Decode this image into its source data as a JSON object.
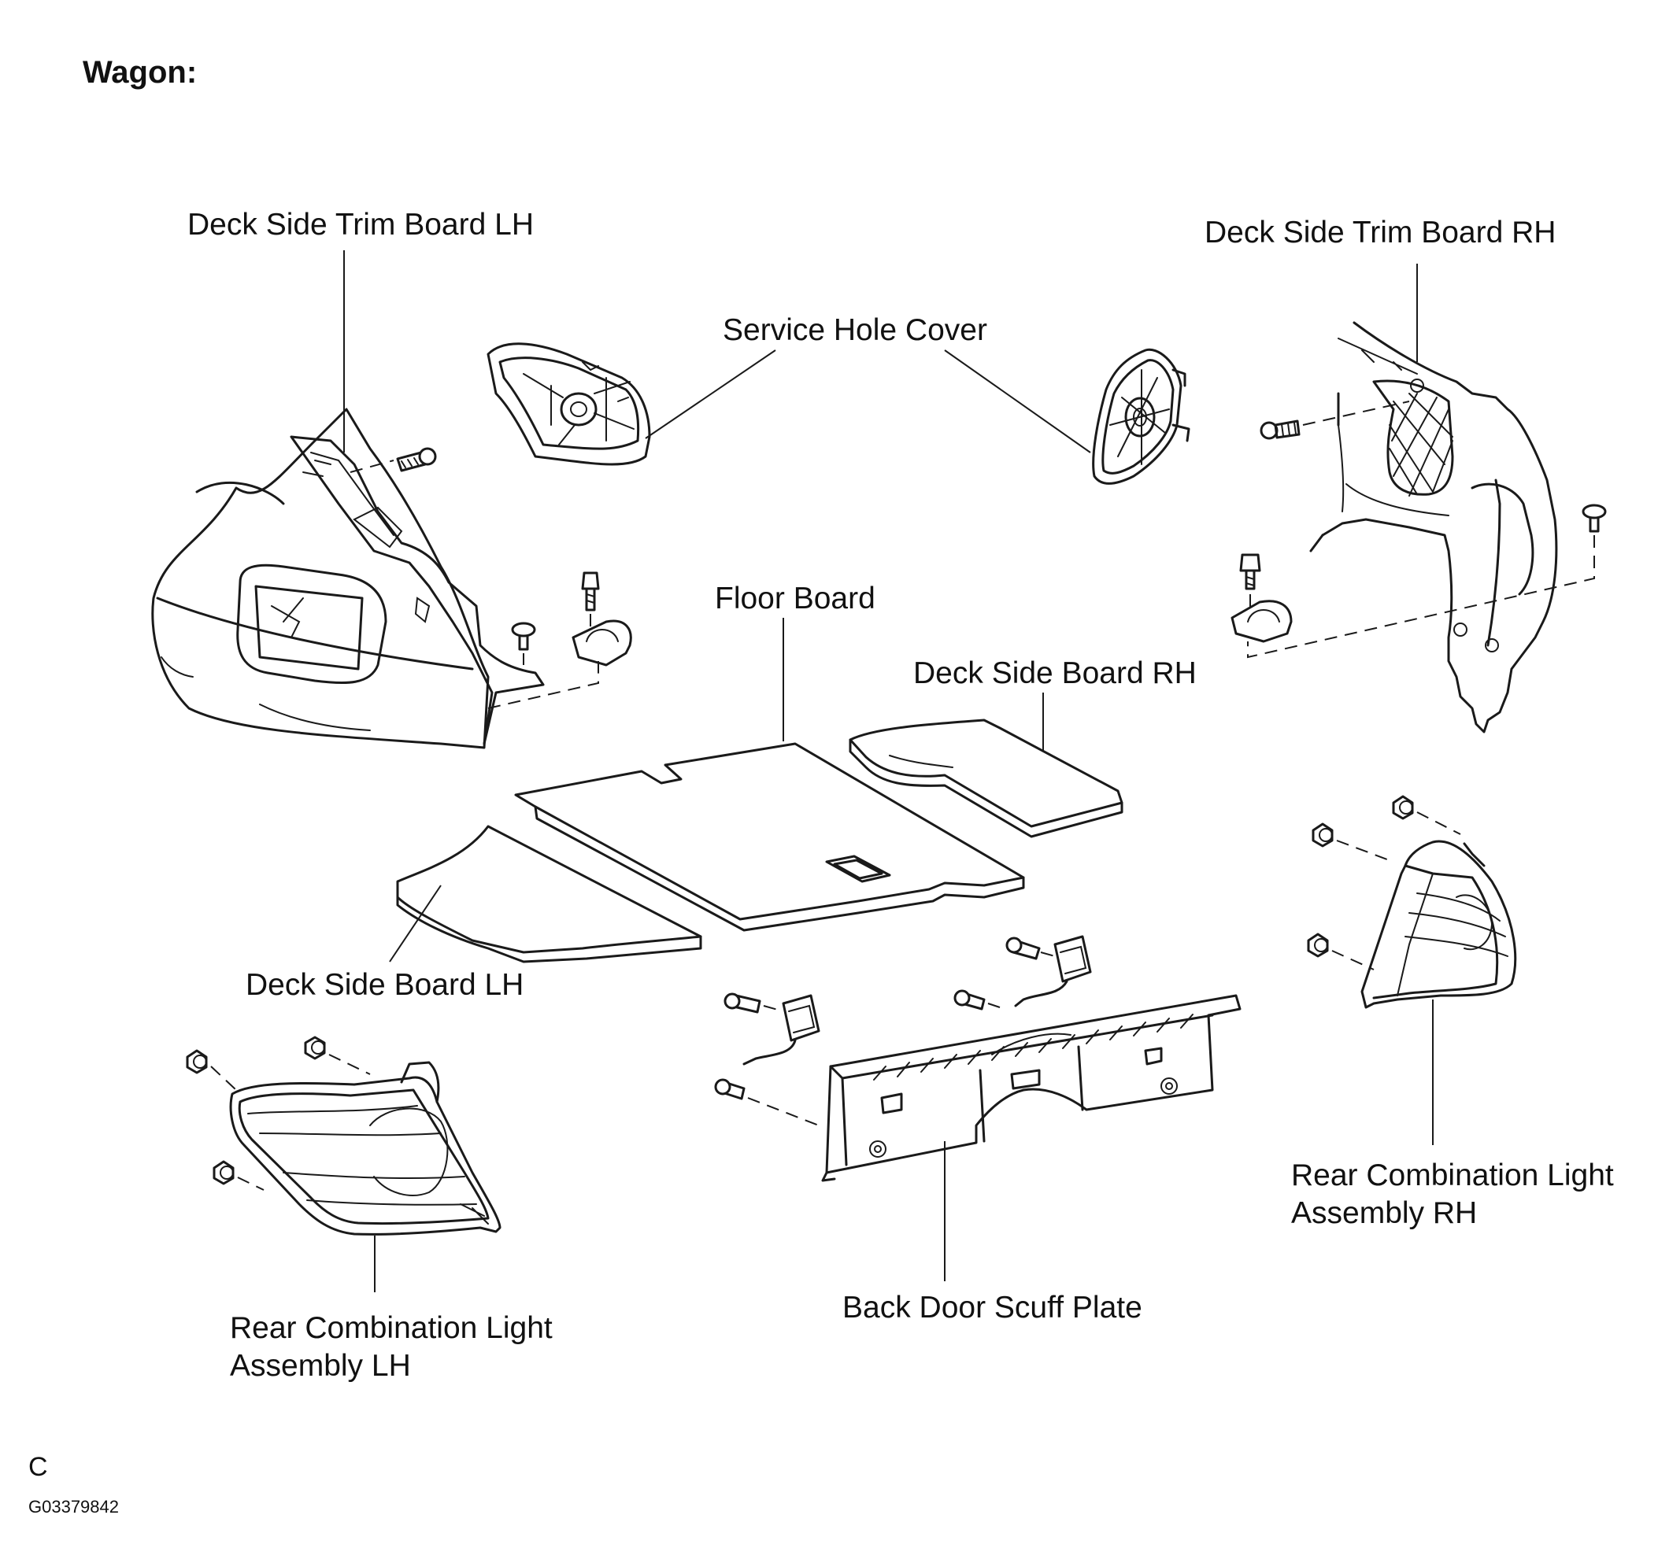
{
  "title": "Wagon:",
  "labels": {
    "deck_side_trim_board_lh": "Deck Side Trim Board LH",
    "deck_side_trim_board_rh": "Deck Side Trim Board RH",
    "service_hole_cover": "Service Hole Cover",
    "floor_board": "Floor Board",
    "deck_side_board_rh": "Deck Side Board RH",
    "deck_side_board_lh": "Deck Side Board LH",
    "rear_combination_light_lh_line1": "Rear Combination Light",
    "rear_combination_light_lh_line2": "Assembly LH",
    "rear_combination_light_rh_line1": "Rear Combination Light",
    "rear_combination_light_rh_line2": "Assembly RH",
    "back_door_scuff_plate": "Back Door Scuff Plate"
  },
  "footer": {
    "letter": "C",
    "figure_code": "G03379842"
  }
}
